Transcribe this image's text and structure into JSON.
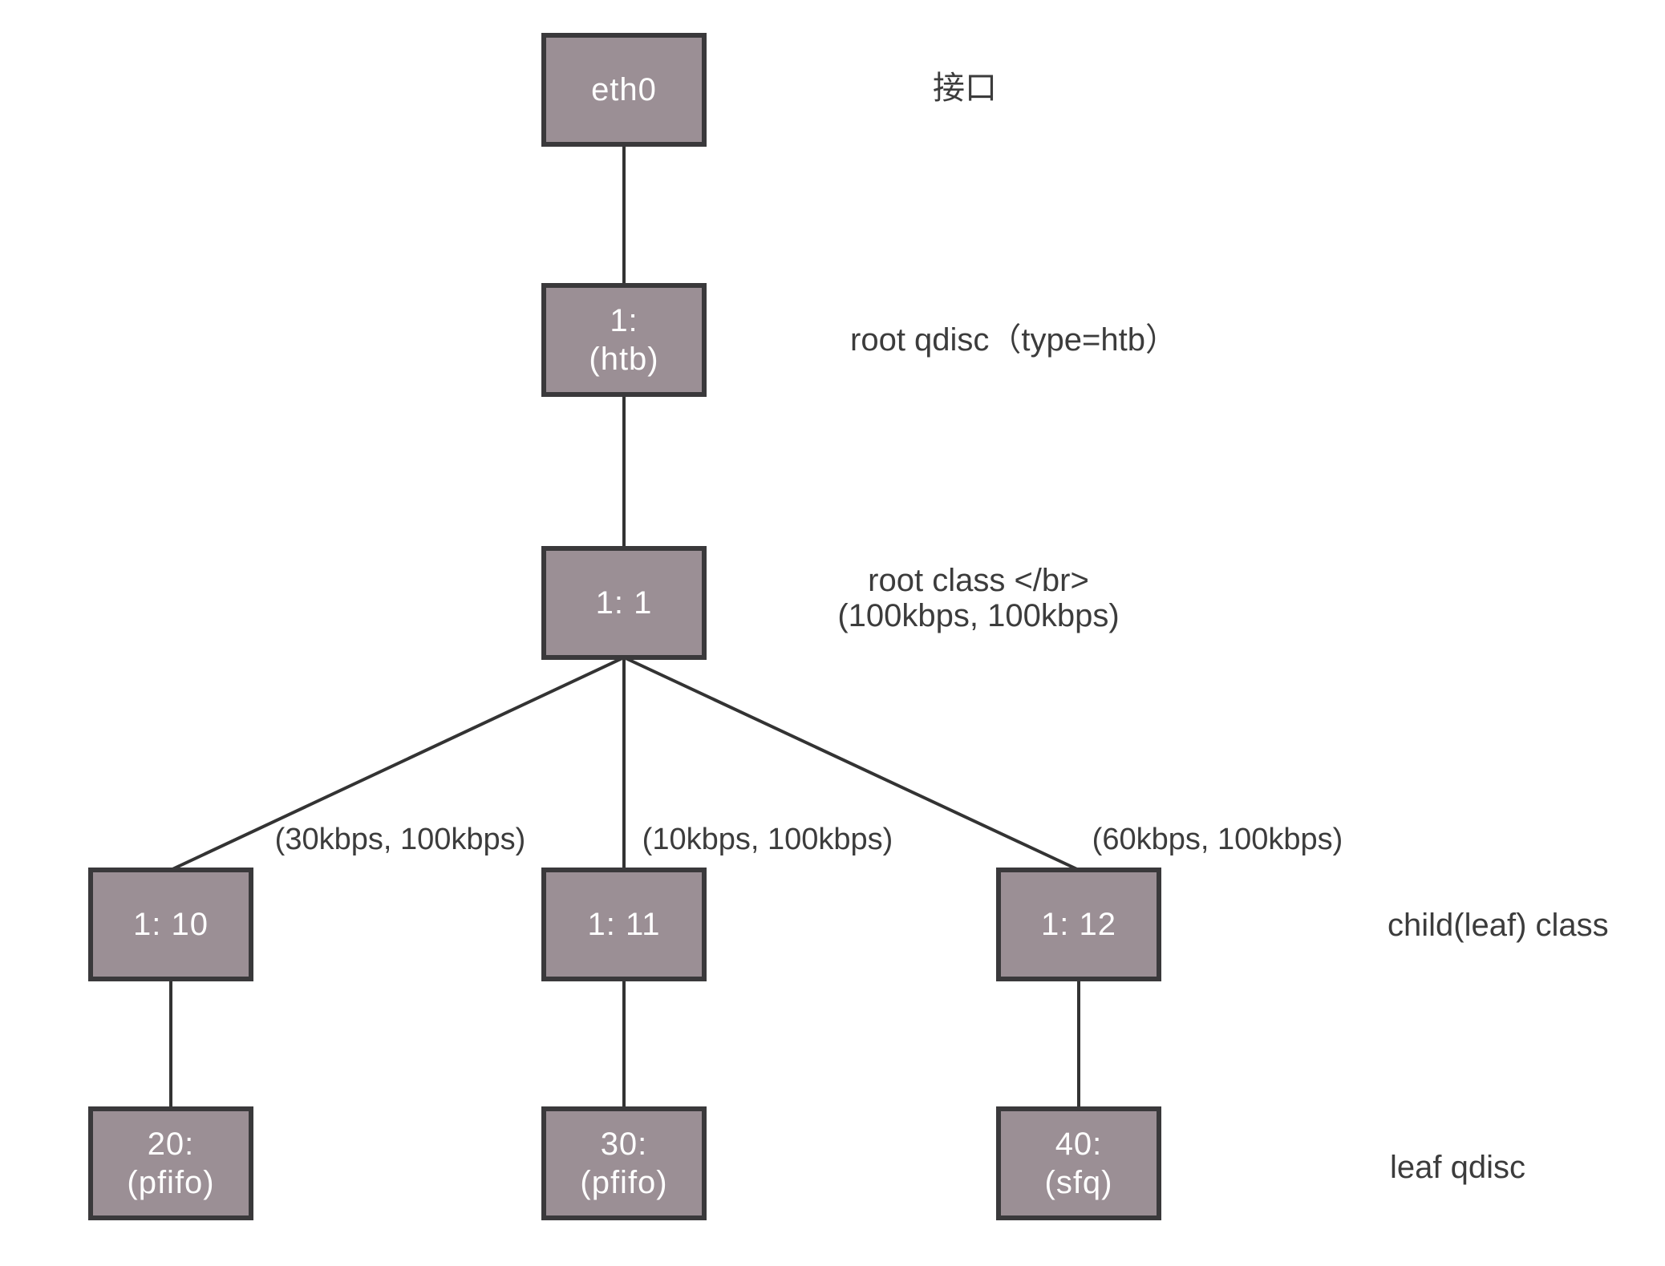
{
  "diagram": {
    "title_context": "HTB qdisc hierarchy",
    "nodes": {
      "eth0": {
        "lines": [
          "eth0"
        ]
      },
      "root_qdisc": {
        "lines": [
          "1:",
          "(htb)"
        ]
      },
      "root_class": {
        "lines": [
          "1: 1"
        ]
      },
      "class_10": {
        "lines": [
          "1: 10"
        ]
      },
      "class_11": {
        "lines": [
          "1: 11"
        ]
      },
      "class_12": {
        "lines": [
          "1: 12"
        ]
      },
      "qdisc_20": {
        "lines": [
          "20:",
          "(pfifo)"
        ]
      },
      "qdisc_30": {
        "lines": [
          "30:",
          "(pfifo)"
        ]
      },
      "qdisc_40": {
        "lines": [
          "40:",
          "(sfq)"
        ]
      }
    },
    "annotations": {
      "interface": "接口",
      "root_qdisc": "root qdisc（type=htb）",
      "root_class_lines": [
        "root class </br>",
        "(100kbps, 100kbps)"
      ],
      "child_class": "child(leaf) class",
      "leaf_qdisc": "leaf qdisc"
    },
    "edge_labels": {
      "left": "(30kbps, 100kbps)",
      "middle": "(10kbps, 100kbps)",
      "right": "(60kbps, 100kbps)"
    },
    "colors": {
      "box-fill": "#9b8f95",
      "box-border": "#3a393b",
      "connector": "#333333",
      "label-text": "#3c3c3c",
      "box-text": "#ffffff",
      "background": "#ffffff"
    }
  }
}
